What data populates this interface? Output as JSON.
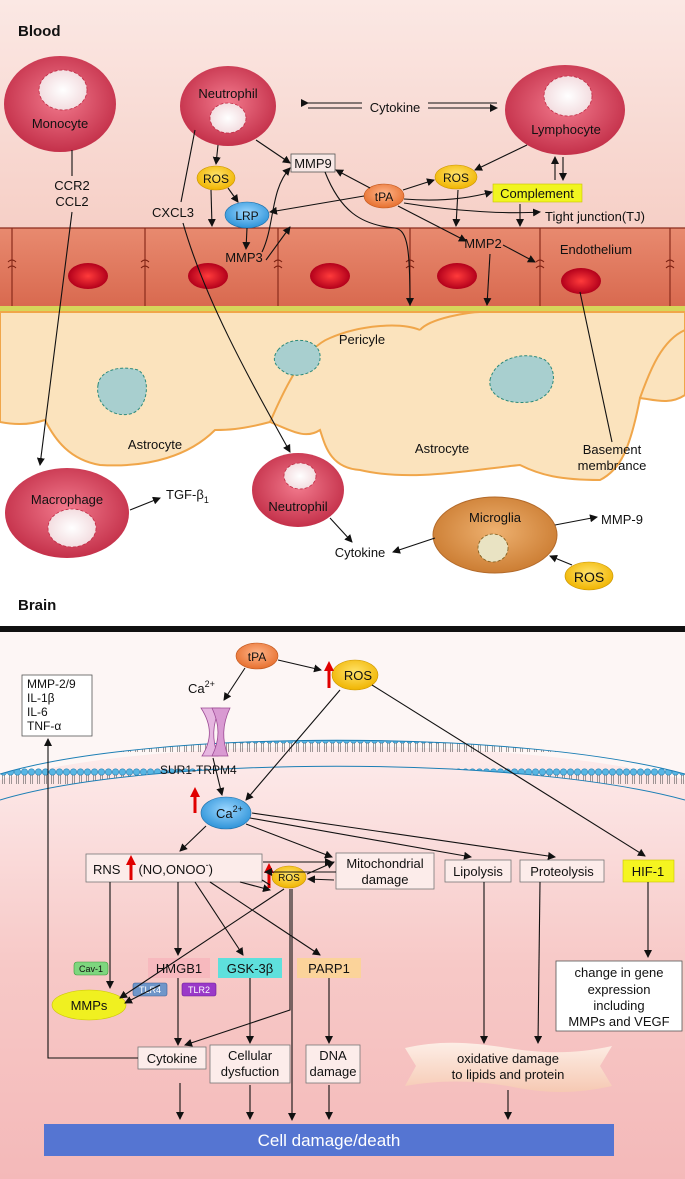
{
  "regions": {
    "blood": "Blood",
    "brain": "Brain"
  },
  "cells": {
    "monocyte": "Monocyte",
    "neutrophil_top": "Neutrophil",
    "lymphocyte": "Lymphocyte",
    "macrophage": "Macrophage",
    "neutrophil_brain": "Neutrophil",
    "microglia": "Microglia",
    "pericyte": "Pericyle",
    "astrocyte_left": "Astrocyte",
    "astrocyte_right": "Astrocyte",
    "endothelium": "Endothelium"
  },
  "top_labels": {
    "cytokine_top": "Cytokine",
    "mmp9_box": "MMP9",
    "ros_left": "ROS",
    "lrp": "LRP",
    "tpa": "tPA",
    "ros_right": "ROS",
    "complement": "Complement",
    "tight_junction": "Tight junction(TJ)",
    "ccr2": "CCR2",
    "ccl2": "CCL2",
    "cxcl3": "CXCL3",
    "mmp3": "MMP3",
    "mmp2": "MMP2",
    "basement_1": "Basement",
    "basement_2": "membrance",
    "tgf": "TGF-β",
    "tgf_sub": "1",
    "cytokine_brain": "Cytokine",
    "mmp9_microglia": "MMP-9",
    "ros_microglia": "ROS"
  },
  "bottom_labels": {
    "tpa": "tPA",
    "ros_top": "ROS",
    "ca_top": "Ca",
    "ca_top_sup": "2+",
    "channel": "SUR1-TRPM4",
    "mediators": [
      "MMP-2/9",
      "IL-1β",
      "IL-6",
      "TNF-α"
    ],
    "ca_mid": "Ca",
    "ca_mid_sup": "2+",
    "rns_prefix": "RNS",
    "rns_suffix": "(NO,ONOO",
    "rns_sup": "-",
    "rns_close": ")",
    "mito_1": "Mitochondrial",
    "mito_2": "damage",
    "lipolysis": "Lipolysis",
    "proteolysis": "Proteolysis",
    "hif": "HIF-1",
    "ros_mid": "ROS",
    "cav1": "Cav-1",
    "hmgb1": "HMGB1",
    "gsk": "GSK-3β",
    "parp1": "PARP1",
    "tlr4": "TLR4",
    "tlr2": "TLR2",
    "mmps": "MMPs",
    "cytokine": "Cytokine",
    "cellular_1": "Cellular",
    "cellular_2": "dysfuction",
    "dna_1": "DNA",
    "dna_2": "damage",
    "gene_1": "change in gene",
    "gene_2": "expression",
    "gene_3": "including",
    "gene_4": "MMPs and VEGF",
    "oxid_1": "oxidative damage",
    "oxid_2": "to lipids and protein",
    "death": "Cell damage/death"
  },
  "colors": {
    "cell_red": "#d43a52",
    "endothelium": "#e07a60",
    "astrocyte": "#fbe3bd",
    "ros_yellow": "#f5c518",
    "tpa_orange": "#f08a4b",
    "lrp_blue": "#49a9e6",
    "complement": "#f1f520",
    "death_bar": "#5575d2",
    "microglia": "#d9944e"
  }
}
